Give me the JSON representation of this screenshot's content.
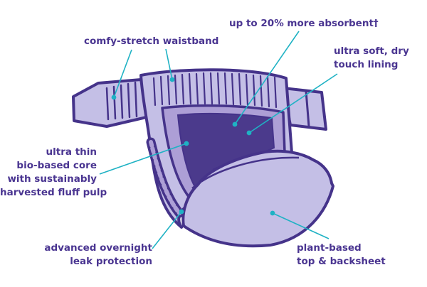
{
  "colors": {
    "outline": "#45338a",
    "light_fill": "#c4bfe6",
    "mid_fill": "#ad9fd6",
    "core": "#4b3a8c",
    "leader": "#1fb2c4",
    "text": "#4a3591"
  },
  "labels": {
    "waistband": "comfy-stretch waistband",
    "absorbent": "up to 20% more absorbent†",
    "lining": [
      "ultra soft, dry",
      "touch lining"
    ],
    "core": [
      "ultra thin",
      "bio-based core",
      "with sustainably",
      "harvested fluff pulp"
    ],
    "leak": [
      "advanced overnight",
      "leak protection"
    ],
    "sheet": [
      "plant-based",
      "top & backsheet"
    ]
  }
}
